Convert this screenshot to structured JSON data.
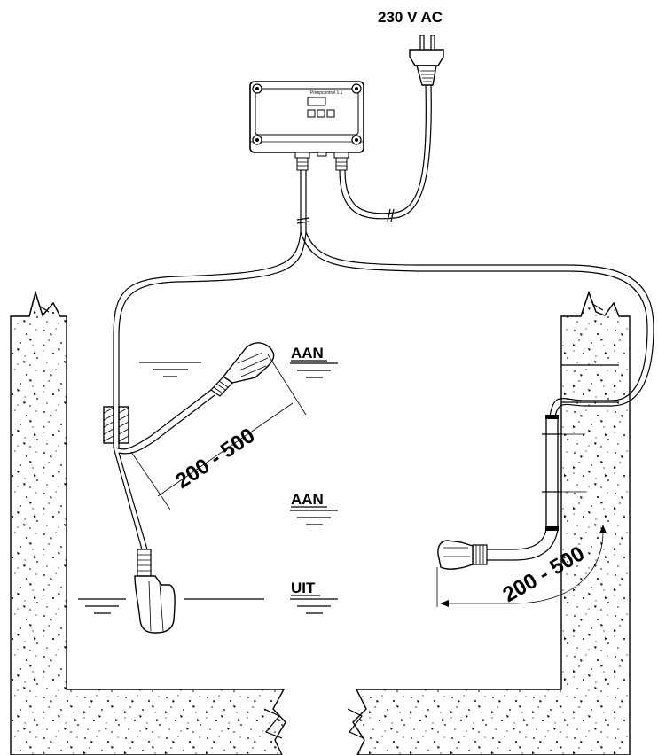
{
  "power_label": "230 V AC",
  "levels": {
    "upper_on": "AAN",
    "middle_on": "AAN",
    "off": "UIT"
  },
  "dimensions": {
    "left": "200 - 500",
    "right": "200 - 500"
  },
  "controller_label": "Pompcontrol 1.1",
  "colors": {
    "line": "#000000",
    "background": "#ffffff",
    "concrete_speckle": "#000000"
  },
  "icons": {
    "plug": "plug-icon",
    "controller": "controller-box-icon",
    "float_switch": "float-switch-icon",
    "water_level": "water-level-marker-icon"
  }
}
